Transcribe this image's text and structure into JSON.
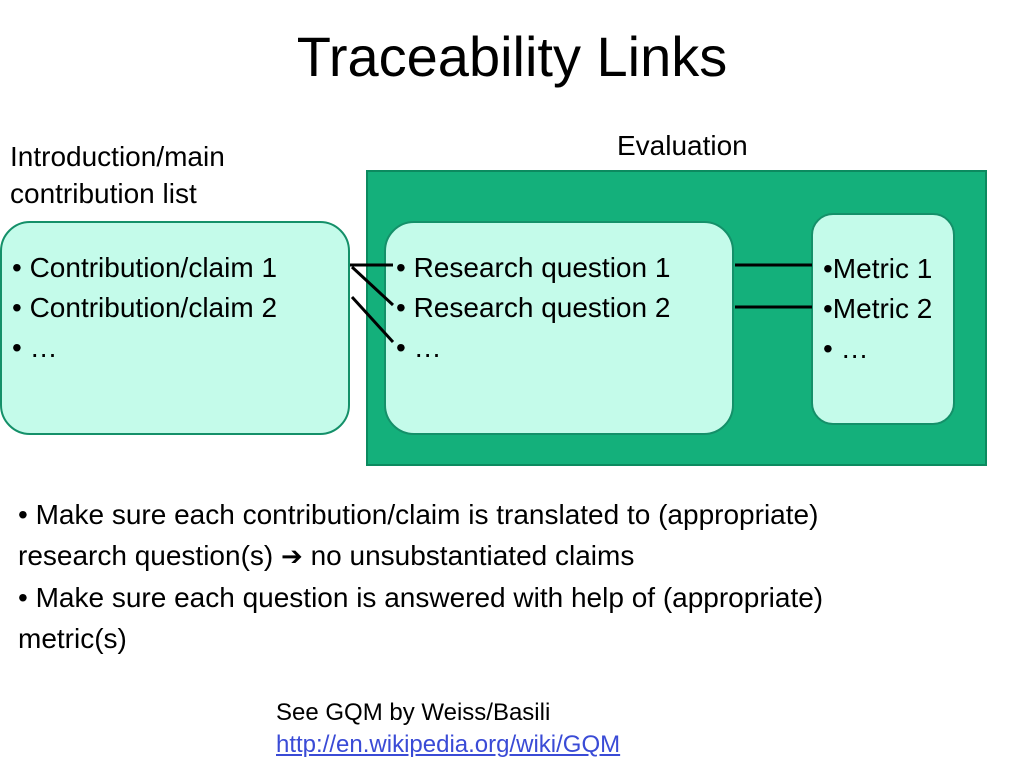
{
  "title": "Traceability Links",
  "intro_label": {
    "line1": "Introduction/main",
    "line2": "contribution list"
  },
  "eval_label": "Evaluation",
  "contributions": [
    "• Contribution/claim 1",
    "• Contribution/claim 2",
    "• …"
  ],
  "research_questions": [
    "• Research question 1",
    "• Research question 2",
    "• …"
  ],
  "metrics": [
    "•Metric 1",
    "•Metric 2",
    "• …"
  ],
  "bullets": {
    "item1_line1": "• Make sure each contribution/claim is translated to (appropriate)",
    "item1_line2_a": "research question(s)",
    "item1_arrow": "➔",
    "item1_line2_b": "no unsubstantiated claims",
    "item2_line1": "• Make sure each question is answered with help of (appropriate)",
    "item2_line2": "metric(s)"
  },
  "note": {
    "text": "See GQM by Weiss/Basili",
    "link": "http://en.wikipedia.org/wiki/GQM"
  },
  "colors": {
    "panel": "#14b07b",
    "box_fill": "#c4fbea",
    "box_border": "#149069",
    "link": "#3a4bd6"
  }
}
